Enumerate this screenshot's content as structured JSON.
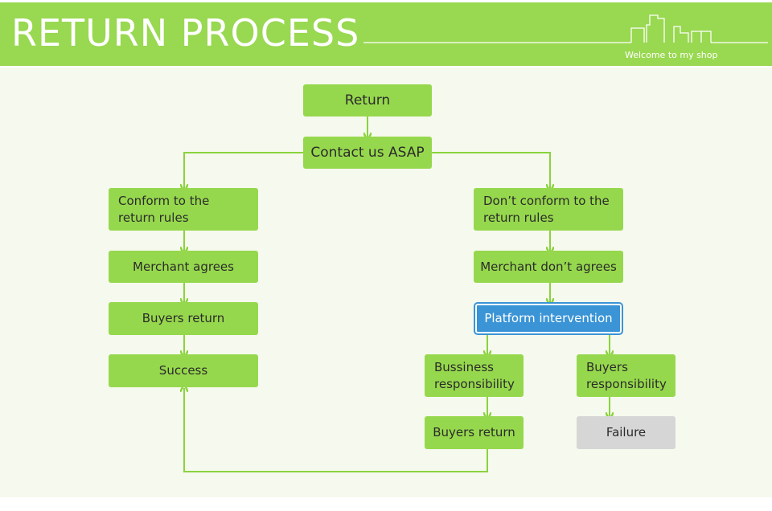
{
  "header": {
    "title": "RETURN PROCESS",
    "subtitle": "Welcome to my shop"
  },
  "colors": {
    "banner": "#99d851",
    "node": "#96d84d",
    "node_highlight": "#3a94d6",
    "node_failure": "#d6d6d6",
    "connector": "#8ad33d",
    "background": "#f6f9ee"
  },
  "flow": {
    "start": "Return",
    "contact": "Contact us ASAP",
    "left": {
      "conform": "Conform to the return rules",
      "merchant_agrees": "Merchant agrees",
      "buyers_return": "Buyers return",
      "success": "Success"
    },
    "right": {
      "not_conform": "Don’t conform to the return rules",
      "merchant_disagrees": "Merchant don’t agrees",
      "platform": "Platform intervention",
      "business_resp": "Bussiness responsibility",
      "buyers_resp": "Buyers responsibility",
      "buyers_return": "Buyers return",
      "failure": "Failure"
    }
  }
}
